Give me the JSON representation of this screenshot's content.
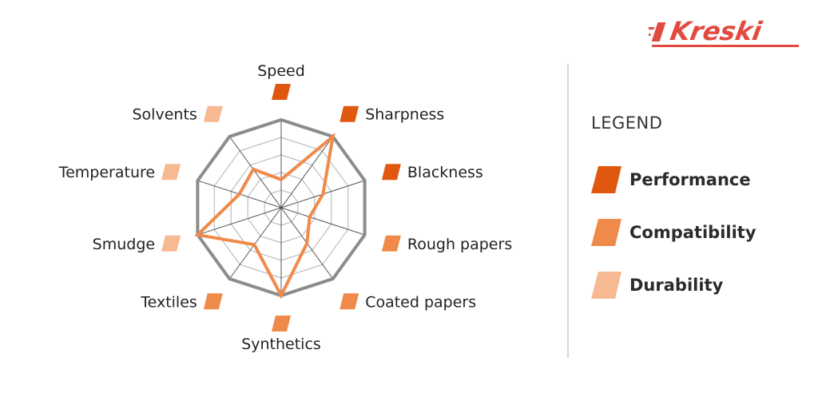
{
  "brand": {
    "name": "Kreski",
    "color": "#e34a3f"
  },
  "legend": {
    "title": "LEGEND",
    "items": [
      {
        "label": "Performance",
        "color": "#e0580f"
      },
      {
        "label": "Compatibility",
        "color": "#f08a4b"
      },
      {
        "label": "Durability",
        "color": "#f7b991"
      }
    ]
  },
  "chart_data": {
    "type": "radar",
    "axes": [
      {
        "label": "Speed",
        "group": "Performance"
      },
      {
        "label": "Sharpness",
        "group": "Performance"
      },
      {
        "label": "Blackness",
        "group": "Performance"
      },
      {
        "label": "Rough papers",
        "group": "Compatibility"
      },
      {
        "label": "Coated papers",
        "group": "Compatibility"
      },
      {
        "label": "Synthetics",
        "group": "Compatibility"
      },
      {
        "label": "Textiles",
        "group": "Compatibility"
      },
      {
        "label": "Smudge",
        "group": "Durability"
      },
      {
        "label": "Temperature",
        "group": "Durability"
      },
      {
        "label": "Solvents",
        "group": "Durability"
      }
    ],
    "levels": 5,
    "range": [
      0,
      5
    ],
    "values": [
      1.6,
      5,
      2.5,
      1.7,
      2.5,
      5,
      2.6,
      5,
      2.5,
      2.7
    ],
    "colors": {
      "polygon": "#f08a4b",
      "outer_ring": "#8c8c8c",
      "grid": "#bdbdbd",
      "spokes": "#555555"
    }
  }
}
